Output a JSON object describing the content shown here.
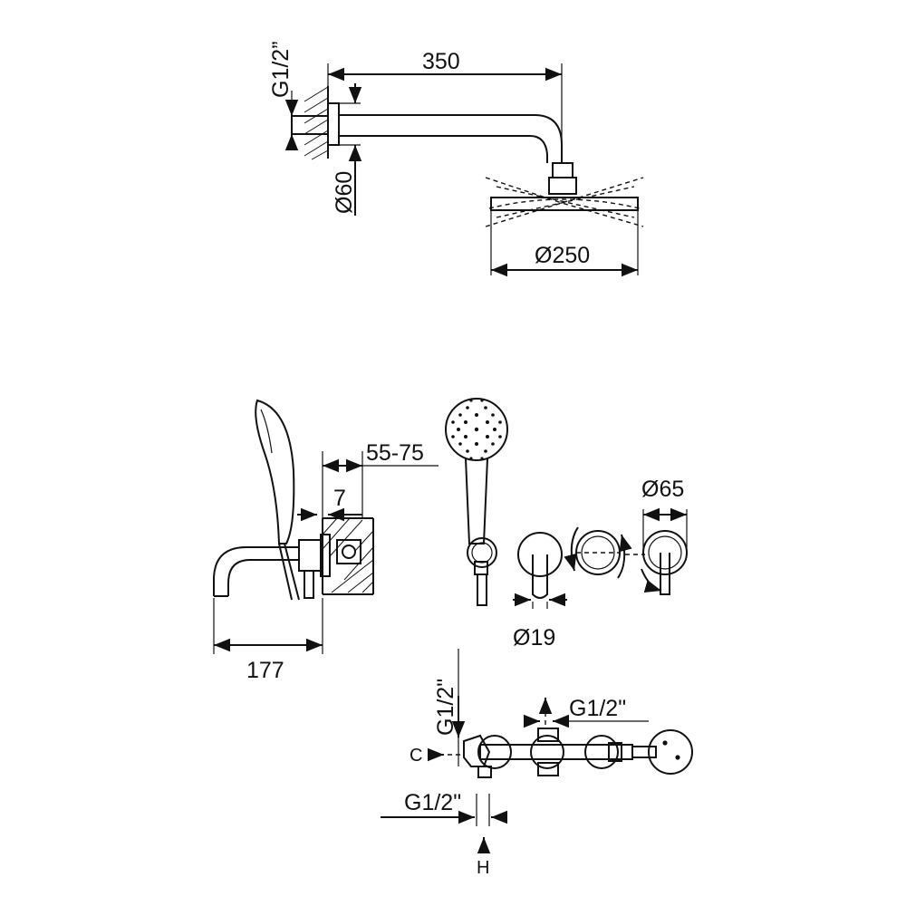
{
  "dimensions": {
    "top_thread": "G1/2”",
    "arm_length": "350",
    "flange_diameter": "Ø60",
    "head_diameter": "Ø250",
    "wall_range": "55-75",
    "plate_thickness": "7",
    "spout_projection": "177",
    "handle_diameter": "Ø65",
    "lever_diameter": "Ø19",
    "valve_inlet_vertical": "G1/2\"",
    "valve_outlet_top": "G1/2\"",
    "valve_inlet_bottom": "G1/2\"",
    "label_c": "C",
    "label_h": "H"
  }
}
